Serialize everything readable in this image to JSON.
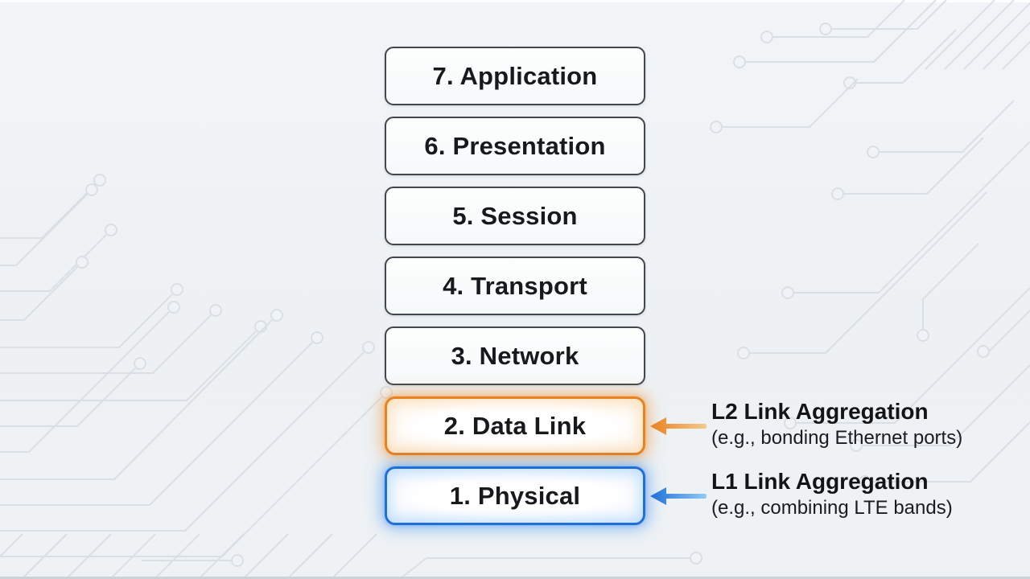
{
  "osi_stack": {
    "layers": [
      {
        "label": "7. Application",
        "highlight": "none"
      },
      {
        "label": "6. Presentation",
        "highlight": "none"
      },
      {
        "label": "5. Session",
        "highlight": "none"
      },
      {
        "label": "4. Transport",
        "highlight": "none"
      },
      {
        "label": "3. Network",
        "highlight": "none"
      },
      {
        "label": "2. Data Link",
        "highlight": "orange"
      },
      {
        "label": "1. Physical",
        "highlight": "blue"
      }
    ]
  },
  "annotations": {
    "l2": {
      "title": "L2 Link Aggregation",
      "subtitle": "(e.g., bonding Ethernet ports)",
      "arrow_direction": "left",
      "arrow_color": "#e8821f"
    },
    "l1": {
      "title": "L1 Link Aggregation",
      "subtitle": "(e.g., combining LTE bands)",
      "arrow_direction": "left",
      "arrow_color": "#1e6fd9"
    }
  },
  "colors": {
    "background": "#eef2f5",
    "circuit_trace": "#d7dce2",
    "box_border": "#42474e",
    "box_fill": "#fafcfd",
    "label_text": "#17191d",
    "orange_accent": "#e8821f",
    "orange_glow": "#f2a35c",
    "blue_accent": "#1e6fd9",
    "blue_glow": "#7db9f0"
  }
}
